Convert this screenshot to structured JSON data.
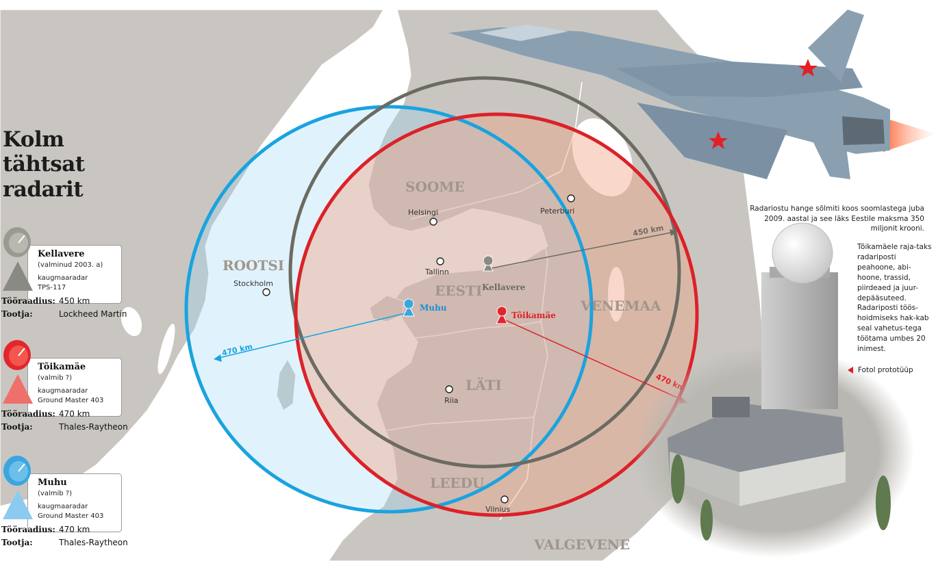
{
  "title": {
    "line1": "Kolm",
    "line2": "tähtsat",
    "line3": "radarit"
  },
  "map": {
    "countries": {
      "soome": "SOOME",
      "rootsi": "ROOTSI",
      "eesti": "EESTI",
      "venemaa": "VENEMAA",
      "lati": "LÄTI",
      "leedu": "LEEDU",
      "valgevene": "VALGEVENE"
    },
    "cities": {
      "helsingi": "Helsingi",
      "peterburi": "Peterburi",
      "tallinn": "Tallinn",
      "stockholm": "Stockholm",
      "riia": "Riia",
      "vilnius": "Vilnius"
    },
    "radar_labels": {
      "kellavere": "Kellavere",
      "muhu": "Muhu",
      "toikamae": "Tõikamäe"
    },
    "ranges": {
      "kellavere": "450 km",
      "muhu": "470 km",
      "toikamae": "470 km"
    },
    "colors": {
      "kellavere": "#6b6b62",
      "muhu": "#1aa3df",
      "toikamae": "#dc2128",
      "land": "#c9c6c2",
      "sea": "#ffffff"
    }
  },
  "radars": [
    {
      "name": "Kellavere",
      "note": "(valminud 2003. a)",
      "type_line1": "kaugmaaradar",
      "type_line2": "TPS-117",
      "radius_label": "Tööraadius:",
      "radius_value": "450 km",
      "maker_label": "Tootja:",
      "maker_value": "Lockheed Martin",
      "color": "#8a8a84"
    },
    {
      "name": "Tõikamäe",
      "note": "(valmib ?)",
      "type_line1": "kaugmaaradar",
      "type_line2": "Ground Master 403",
      "radius_label": "Tööraadius:",
      "radius_value": "470 km",
      "maker_label": "Tootja:",
      "maker_value": "Thales-Raytheon",
      "color": "#e3262c"
    },
    {
      "name": "Muhu",
      "note": "(valmib ?)",
      "type_line1": "kaugmaaradar",
      "type_line2": "Ground Master 403",
      "radius_label": "Tööraadius:",
      "radius_value": "470 km",
      "maker_label": "Tootja:",
      "maker_value": "Thales-Raytheon",
      "color": "#3aa6e0"
    }
  ],
  "caption": "Radariostu hange sõlmiti koos soomlastega juba 2009. aastal ja see läks Eestile maksma 350 miljonit krooni.",
  "description": "Tõikamäele raja-taks radariposti peahoone, abi-hoone, trassid, piirdeaed ja juur-depääsuteed. Radariposti töös-hoidmiseks hak-kab seal vahetus-tega töötama umbes 20 inimest.",
  "photo_note": "Fotol prototüüp"
}
